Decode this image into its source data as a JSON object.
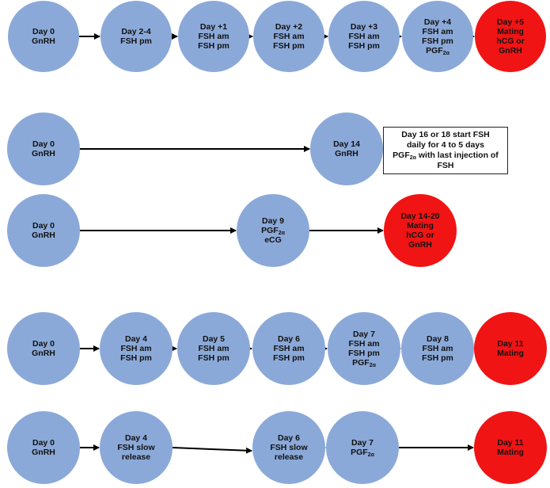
{
  "rows": [
    {
      "nodes": [
        {
          "lines": [
            "Day 0",
            "GnRH"
          ],
          "color": "blue"
        },
        {
          "lines": [
            "Day 2-4",
            "FSH pm"
          ],
          "color": "blue"
        },
        {
          "lines": [
            "Day +1",
            "FSH am",
            "FSH pm"
          ],
          "color": "blue"
        },
        {
          "lines": [
            "Day +2",
            "FSH am",
            "FSH pm"
          ],
          "color": "blue"
        },
        {
          "lines": [
            "Day +3",
            "FSH am",
            "FSH pm"
          ],
          "color": "blue"
        },
        {
          "lines": [
            "Day +4",
            "FSH am",
            "FSH pm",
            "PGF2α"
          ],
          "color": "blue"
        },
        {
          "lines": [
            "Day +5",
            "Mating",
            "hCG or",
            "GnRH"
          ],
          "color": "red"
        }
      ]
    },
    {
      "nodes": [
        {
          "lines": [
            "Day 0",
            "GnRH"
          ],
          "color": "blue"
        },
        {
          "lines": [
            "Day 14",
            "GnRH"
          ],
          "color": "blue"
        }
      ],
      "note": {
        "lines": [
          "Day 16 or 18 start FSH",
          "daily for 4 to 5 days",
          "PGF2α with last injection of",
          "FSH"
        ]
      }
    },
    {
      "nodes": [
        {
          "lines": [
            "Day 0",
            "GnRH"
          ],
          "color": "blue"
        },
        {
          "lines": [
            "Day 9",
            "PGF2α",
            "eCG"
          ],
          "color": "blue"
        },
        {
          "lines": [
            "Day 14-20",
            "Mating",
            "hCG or",
            "GnRH"
          ],
          "color": "red"
        }
      ]
    },
    {
      "nodes": [
        {
          "lines": [
            "Day 0",
            "GnRH"
          ],
          "color": "blue"
        },
        {
          "lines": [
            "Day 4",
            "FSH am",
            "FSH pm"
          ],
          "color": "blue"
        },
        {
          "lines": [
            "Day 5",
            "FSH am",
            "FSH pm"
          ],
          "color": "blue"
        },
        {
          "lines": [
            "Day 6",
            "FSH am",
            "FSH pm"
          ],
          "color": "blue"
        },
        {
          "lines": [
            "Day 7",
            "FSH am",
            "FSH pm",
            "PGF2α"
          ],
          "color": "blue"
        },
        {
          "lines": [
            "Day 8",
            "FSH am",
            "FSH pm"
          ],
          "color": "blue"
        },
        {
          "lines": [
            "Day 11",
            "Mating"
          ],
          "color": "red"
        }
      ]
    },
    {
      "nodes": [
        {
          "lines": [
            "Day 0",
            "GnRH"
          ],
          "color": "blue"
        },
        {
          "lines": [
            "Day 4",
            "FSH slow",
            "release"
          ],
          "color": "blue"
        },
        {
          "lines": [
            "Day 6",
            "FSH slow",
            "release"
          ],
          "color": "blue"
        },
        {
          "lines": [
            "Day 7",
            "PGF2α"
          ],
          "color": "blue"
        },
        {
          "lines": [
            "Day 11",
            "Mating"
          ],
          "color": "red"
        }
      ]
    }
  ],
  "colors": {
    "node_blue": "#8ba9d8",
    "node_red": "#f01414",
    "arrow": "#000000"
  }
}
